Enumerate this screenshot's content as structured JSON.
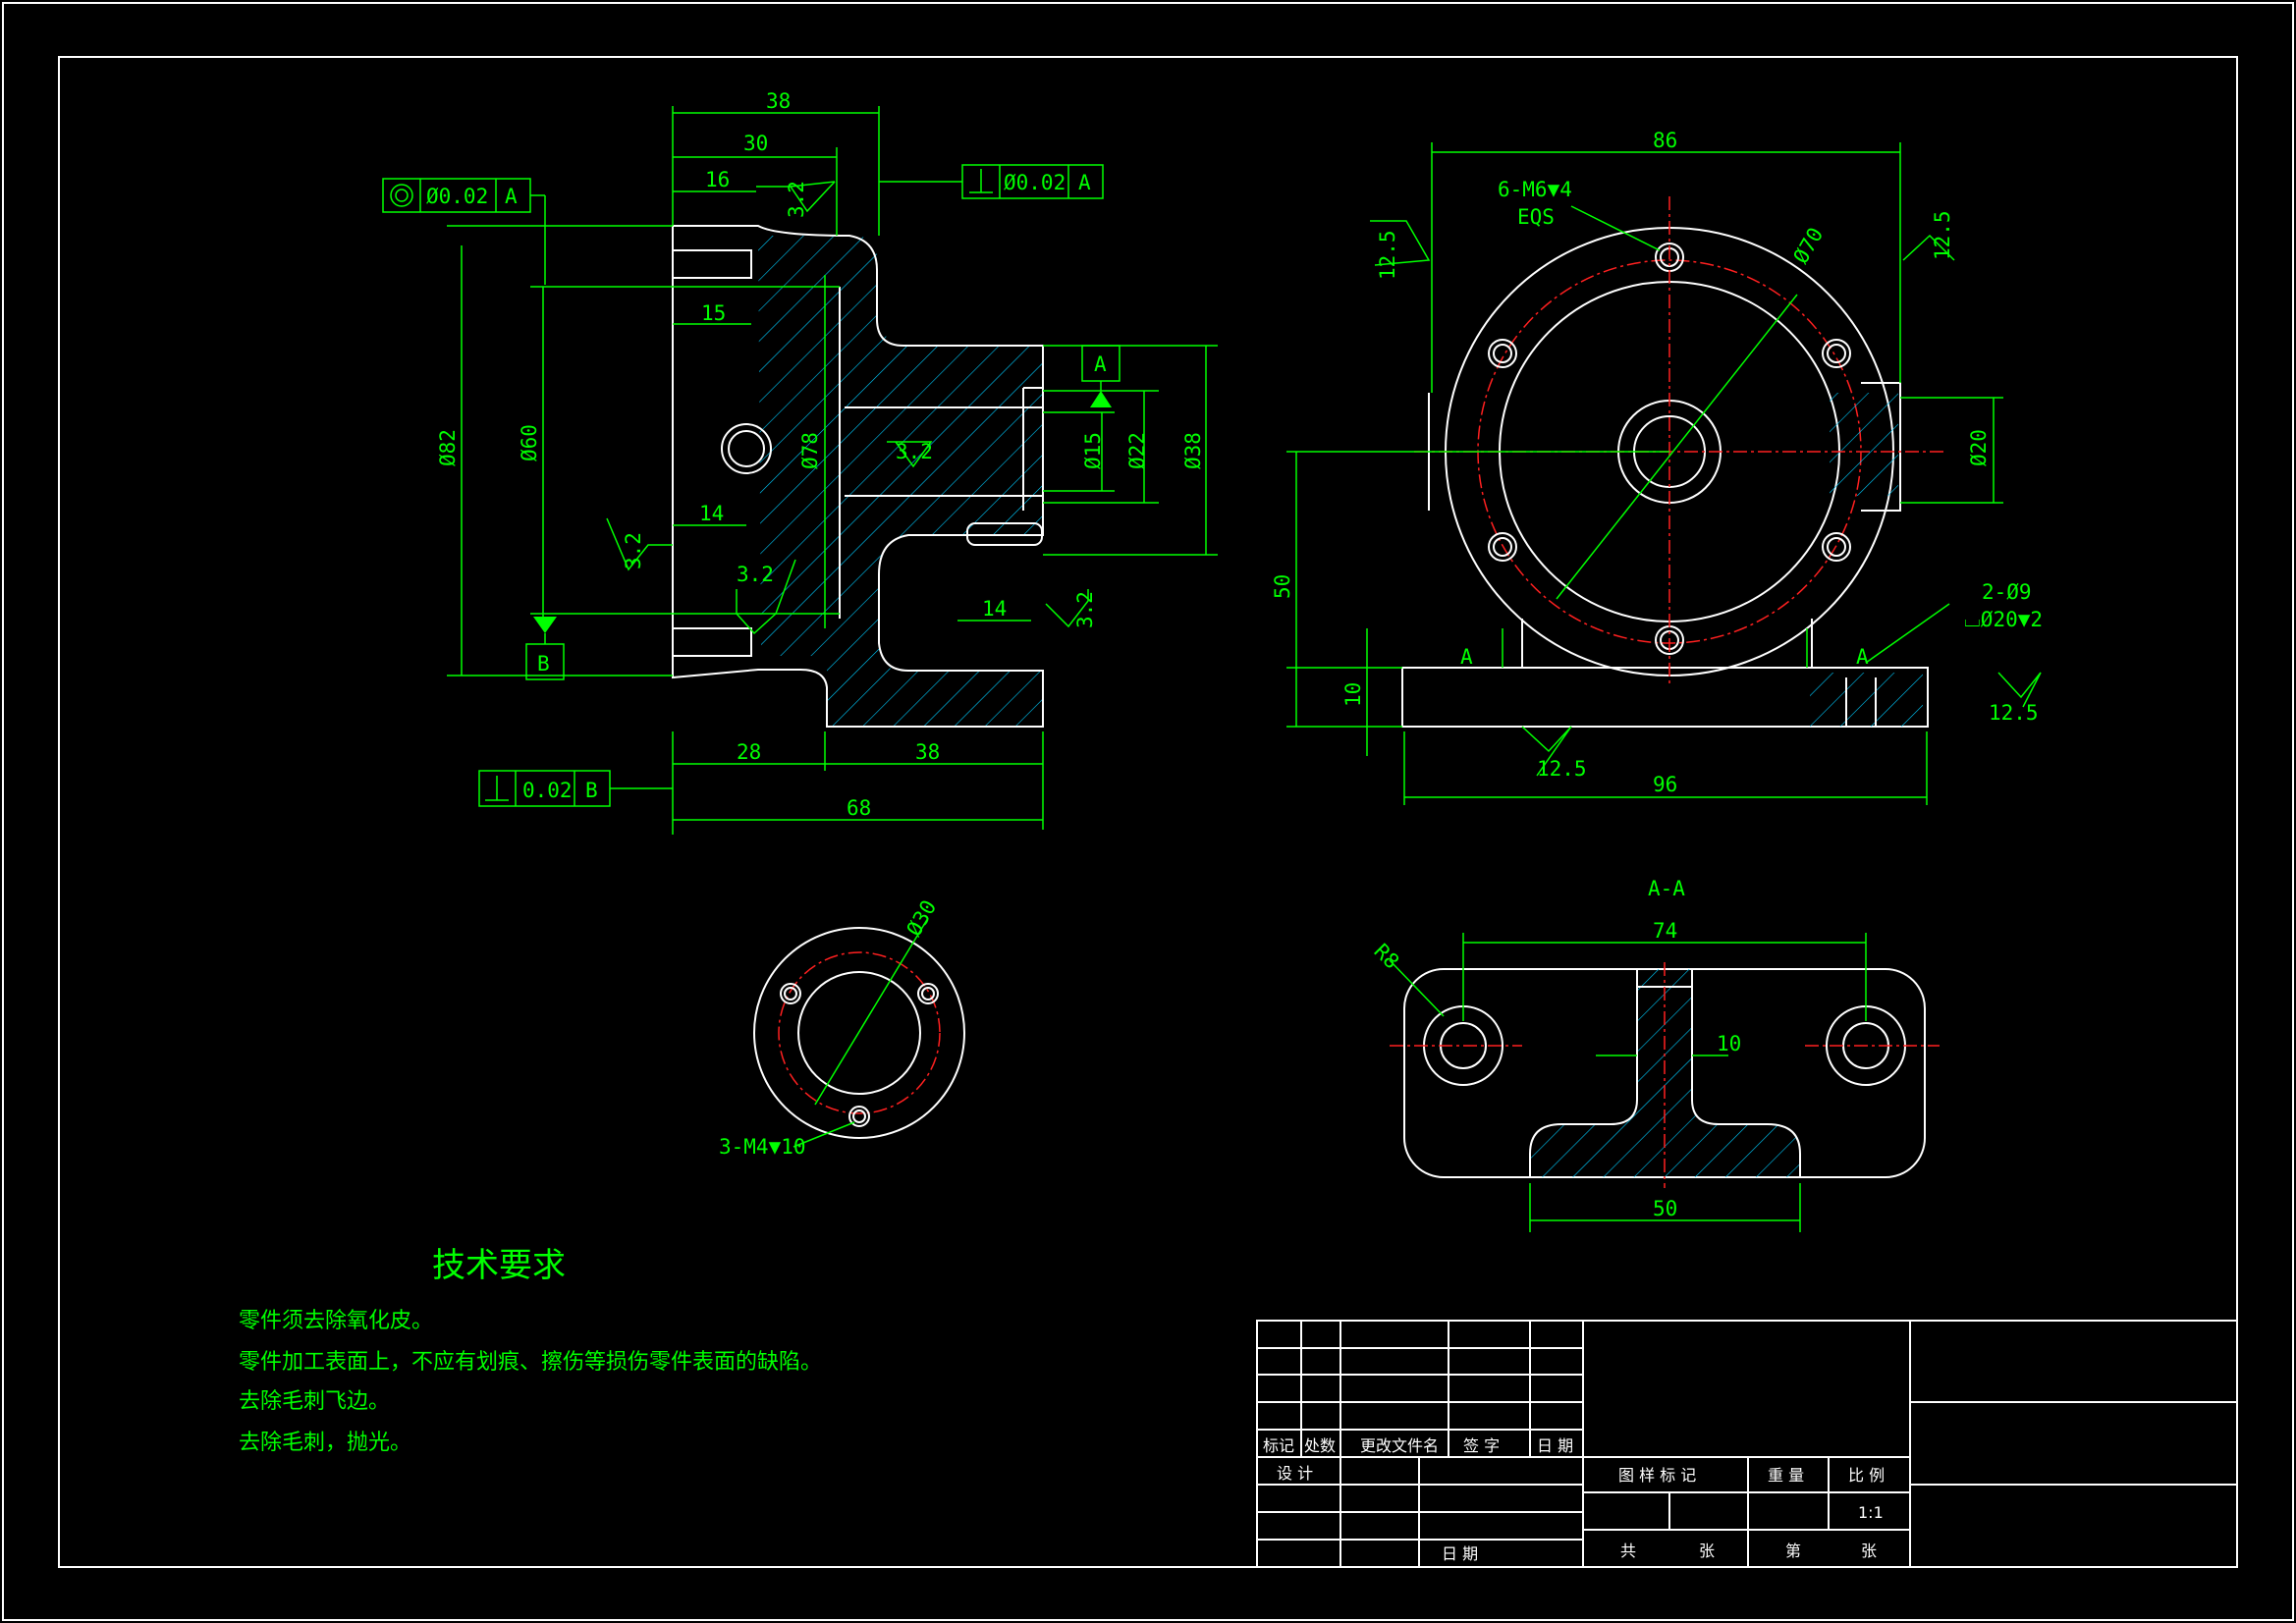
{
  "dims": {
    "d38": "38",
    "d30": "30",
    "d16": "16",
    "d15": "15",
    "d14": "14",
    "d28": "28",
    "d38b": "38",
    "d68": "68",
    "d14b": "14",
    "phi82": "Ø82",
    "phi60": "Ø60",
    "phi78": "Ø78",
    "phi15": "Ø15",
    "phi22": "Ø22",
    "phi38": "Ø38",
    "r32a": "3.2",
    "r32b": "3.2",
    "r32c": "3.2",
    "r32d": "3.2",
    "r32e": "3.2",
    "d86": "86",
    "m6": "6-M6▼4",
    "eqs": "EQS",
    "phi70": "Ø70",
    "r125a": "12.5",
    "r125b": "12.5",
    "phi20": "Ø20",
    "d50": "50",
    "d10": "10",
    "hole2": "2-Ø9",
    "cbore": "⌴Ø20▼2",
    "r125c": "12.5",
    "r125d": "12.5",
    "d96": "96",
    "secA1": "A",
    "secA2": "A",
    "phi30": "Ø30",
    "m4": "3-M4▼10",
    "aa": "A-A",
    "d74": "74",
    "r8": "R8",
    "d10b": "10",
    "d50b": "50"
  },
  "tolerances": {
    "concentric": {
      "symbol": "◎",
      "value": "Ø0.02",
      "datum": "A"
    },
    "perp1": {
      "symbol": "⊥",
      "value": "Ø0.02",
      "datum": "A"
    },
    "perp2": {
      "symbol": "⊥",
      "value": "0.02",
      "datum": "B"
    },
    "datumA": "A",
    "datumB": "B"
  },
  "notes": {
    "title": "技术要求",
    "items": [
      "零件须去除氧化皮。",
      "零件加工表面上，不应有划痕、擦伤等损伤零件表面的缺陷。",
      "去除毛刺飞边。",
      "去除毛刺，抛光。"
    ]
  },
  "titleblock": {
    "h1": "标记",
    "h2": "处数",
    "h3": "更改文件名",
    "h4": "签 字",
    "h5": "日 期",
    "design": "设 计",
    "date": "日 期",
    "mark": "图 样 标 记",
    "weight": "重 量",
    "scale_label": "比 例",
    "scale": "1:1",
    "total": "共",
    "sheets1": "张",
    "no": "第",
    "sheets2": "张"
  },
  "colors": {
    "background": "#000000",
    "outline": "#ffffff",
    "dimension": "#00ff00",
    "centerline": "#ff2020"
  }
}
